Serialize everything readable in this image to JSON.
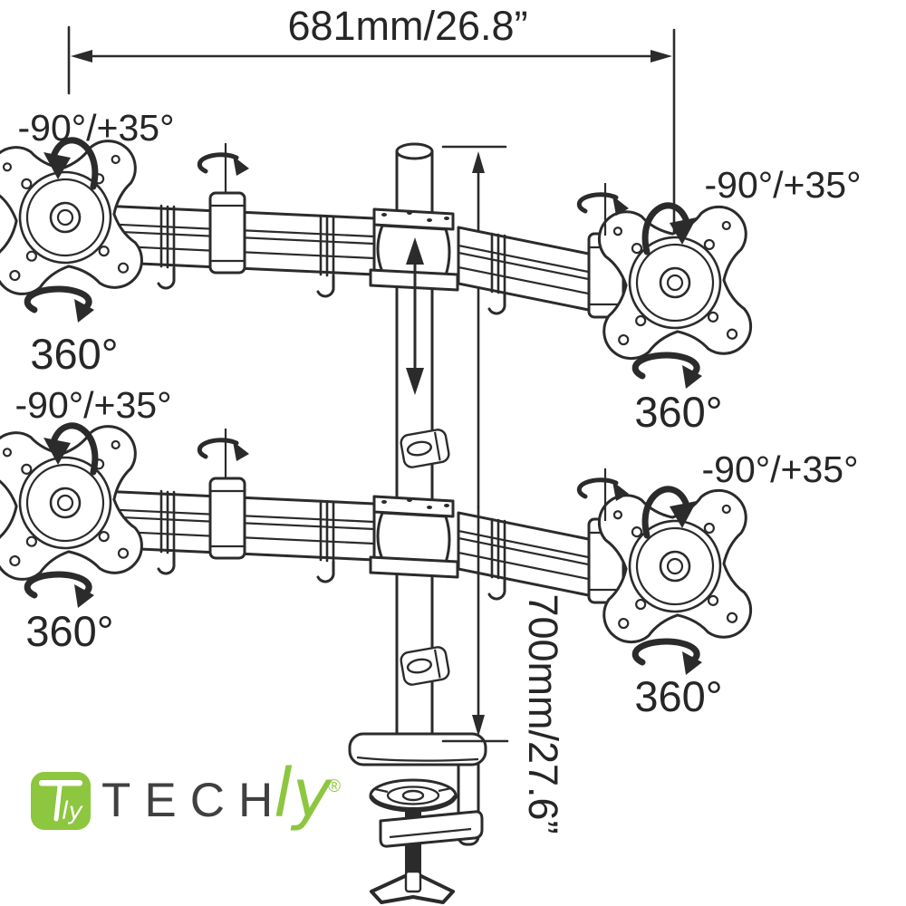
{
  "dimensions": {
    "width_label": "681mm/26.8”",
    "height_label": "700mm/27.6”"
  },
  "mounts": {
    "top_left": {
      "tilt_label": "-90°/+35°",
      "rotation_label": "360°"
    },
    "top_right": {
      "tilt_label": "-90°/+35°",
      "rotation_label": "360°"
    },
    "bottom_left": {
      "tilt_label": "-90°/+35°",
      "rotation_label": "360°"
    },
    "bottom_right": {
      "tilt_label": "-90°/+35°",
      "rotation_label": "360°"
    }
  },
  "logo": {
    "brand_main": "TECH",
    "brand_script": "ly",
    "registered": "®",
    "badge_script": "ly"
  },
  "colors": {
    "line": "#2b2b2b",
    "text": "#262626",
    "brand_green": "#8dc63f",
    "brand_gray": "#404041"
  }
}
